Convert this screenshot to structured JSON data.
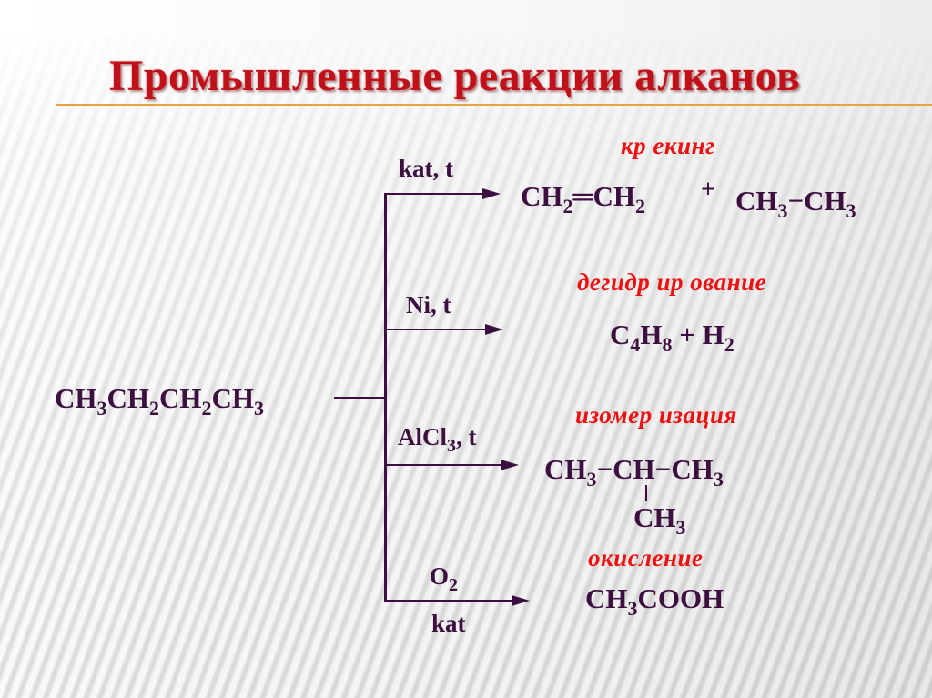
{
  "slide": {
    "title": "Промышленные реакции алканов",
    "colors": {
      "title": "#c0111a",
      "rule": "#e8a33a",
      "formula": "#3d0f40",
      "reaction_name": "#ee1111"
    }
  },
  "reactant": {
    "parts": [
      "CH",
      "3",
      "CH",
      "2",
      "CH",
      "2",
      "CH",
      "3"
    ],
    "formula": "CH3CH2CH2CH3"
  },
  "reactions": [
    {
      "name": "кр екинг",
      "condition_above": "kat, t",
      "product": {
        "a": "CH",
        "a_sub": "2",
        "bond": "═",
        "b": "CH",
        "b_sub": "2",
        "plus": "+",
        "c": "CH",
        "c_sub": "3",
        "bond2": "−",
        "d": "CH",
        "d_sub": "3",
        "formula": "CH2=CH2 + CH3-CH3"
      }
    },
    {
      "name": "дегидр ир ование",
      "condition_above": "Ni, t",
      "product": {
        "a": "C",
        "a_sub": "4",
        "b": "H",
        "b_sub": "8",
        "plus": "+ H",
        "c_sub": "2",
        "formula": "C4H8 + H2"
      }
    },
    {
      "name": "изомер изация",
      "condition_above": {
        "a": "AlCl",
        "a_sub": "3",
        "b": ", t"
      },
      "product": {
        "main": {
          "a": "CH",
          "a_sub": "3",
          "b": "−CH−CH",
          "b_sub": "3"
        },
        "branch": {
          "a": "CH",
          "a_sub": "3"
        },
        "formula": "CH3-CH(CH3)-CH3"
      }
    },
    {
      "name": "окисление",
      "condition_above": {
        "a": "O",
        "a_sub": "2"
      },
      "condition_below": "kat",
      "product": {
        "a": "CH",
        "a_sub": "3",
        "b": "COOH",
        "formula": "CH3COOH"
      }
    }
  ]
}
